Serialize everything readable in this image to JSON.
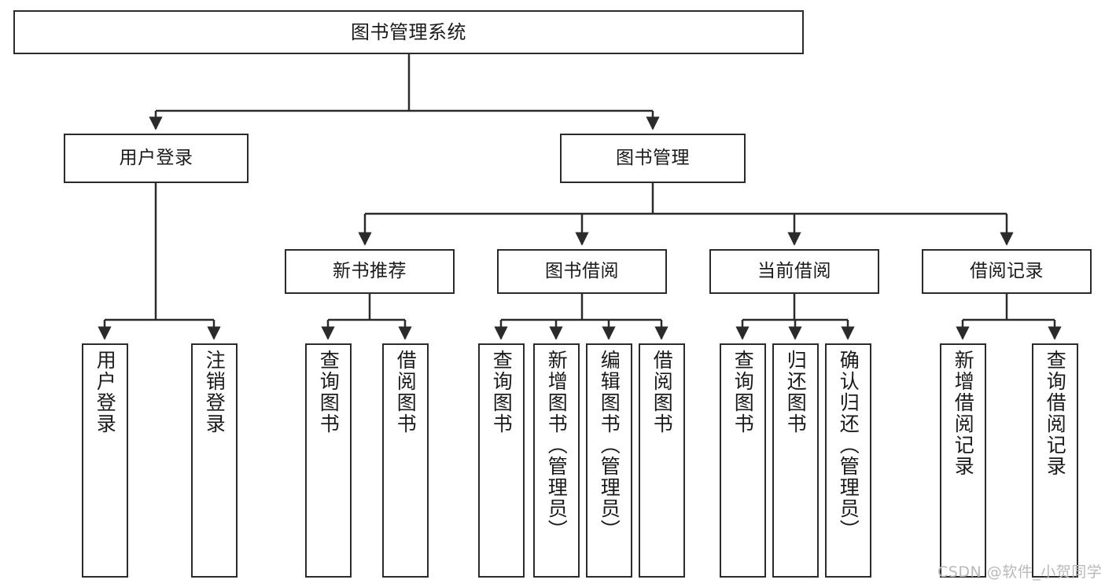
{
  "diagram": {
    "title": "图书管理系统",
    "type": "tree-hierarchy",
    "levels": 4,
    "colors": {
      "stroke": "#2b2b2b",
      "fill": "#ffffff",
      "text": "#1a1a1a",
      "watermark": "#b9b9b9"
    },
    "root": {
      "label": "图书管理系统"
    },
    "level2": [
      {
        "label": "用户登录"
      },
      {
        "label": "图书管理"
      }
    ],
    "level3": [
      {
        "label": "新书推荐"
      },
      {
        "label": "图书借阅"
      },
      {
        "label": "当前借阅"
      },
      {
        "label": "借阅记录"
      }
    ],
    "leaves": {
      "user_login": [
        {
          "label": "用户登录"
        },
        {
          "label": "注销登录"
        }
      ],
      "new_book_recommend": [
        {
          "label": "查询图书"
        },
        {
          "label": "借阅图书"
        }
      ],
      "book_borrow": [
        {
          "label": "查询图书"
        },
        {
          "label": "新增图书（管理员）"
        },
        {
          "label": "编辑图书（管理员）"
        },
        {
          "label": "借阅图书"
        }
      ],
      "current_borrow": [
        {
          "label": "查询图书"
        },
        {
          "label": "归还图书"
        },
        {
          "label": "确认归还（管理员）"
        }
      ],
      "borrow_record": [
        {
          "label": "新增借阅记录"
        },
        {
          "label": "查询借阅记录"
        }
      ]
    }
  },
  "watermark": {
    "text": "CSDN @软件_小贺同学"
  }
}
